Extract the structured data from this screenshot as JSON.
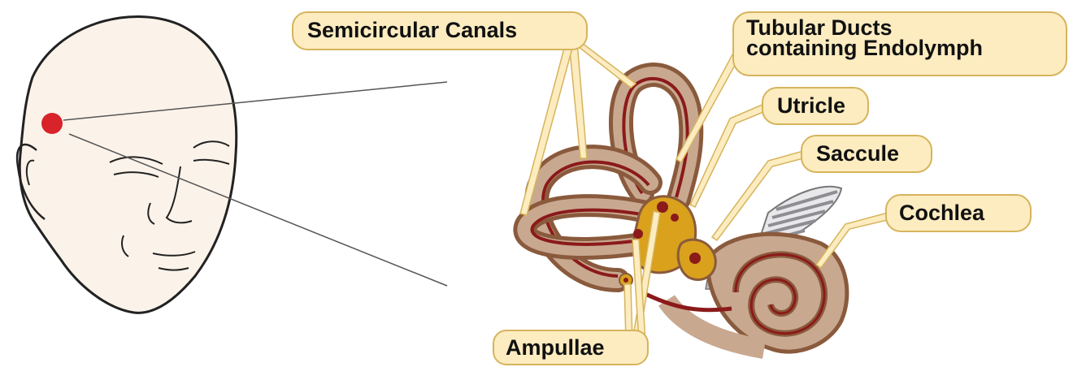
{
  "diagram": {
    "labels": {
      "semicircular_canals": "Semicircular Canals",
      "tubular_ducts_line1": "Tubular Ducts",
      "tubular_ducts_line2": "containing Endolymph",
      "utricle": "Utricle",
      "saccule": "Saccule",
      "cochlea": "Cochlea",
      "ampullae": "Ampullae"
    },
    "colors": {
      "label_fill": "#fcecc0",
      "label_stroke": "#d6b45c",
      "marker": "#d8232a",
      "canal_outer": "#8a5a3c",
      "canal_inner": "#c9a890",
      "endolymph": "#8b1a1a",
      "vestibule": "#d9a11c",
      "skin_outline": "#222222",
      "head_fill": "#fbf3ea"
    }
  }
}
